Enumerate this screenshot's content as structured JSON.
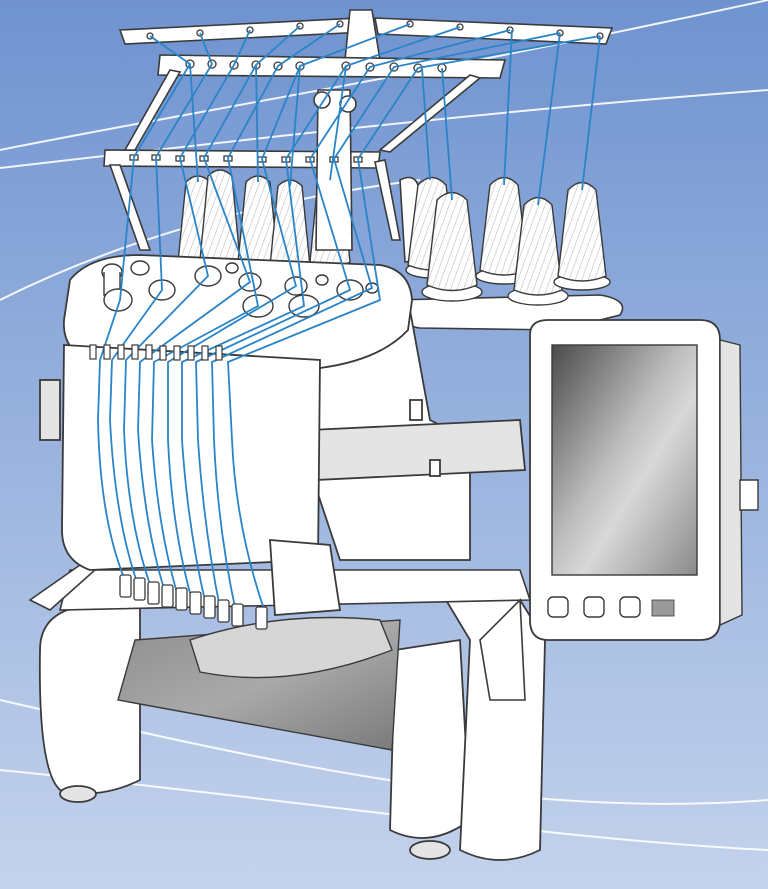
{
  "scene": {
    "subject": "embroidery-machine-illustration",
    "machine": {
      "needle_count": 10,
      "cone_count": 10,
      "panel_buttons": 3
    },
    "colors": {
      "background_top": "#6f93d0",
      "background_bottom": "#c4d3ec",
      "thread": "#2a84c8",
      "outline": "#3a3a3a",
      "machine_body": "#ffffff",
      "machine_shade": "#e4e4e4",
      "fabric": "#a9a9a9",
      "screen_dark": "#4a4a4a",
      "screen_light": "#d8d8d8",
      "swoosh": "#ffffff"
    }
  }
}
